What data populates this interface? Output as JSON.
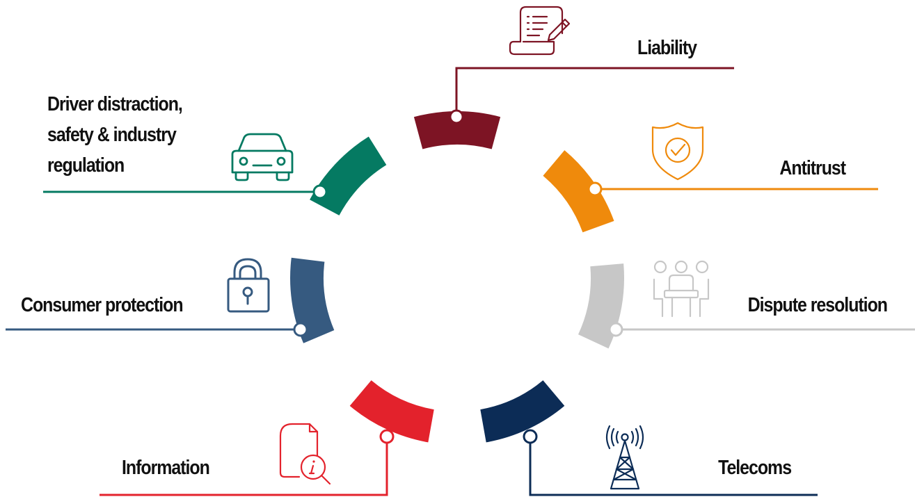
{
  "colors": {
    "liability": "#7d1424",
    "antitrust": "#ef8a0c",
    "dispute": "#c7c7c7",
    "telecoms": "#0c2c56",
    "information": "#e3222c",
    "consumer": "#365a80",
    "driver": "#057a62"
  },
  "topics": [
    {
      "id": "liability",
      "label": "Liability",
      "icon": "legal-document-pen-icon"
    },
    {
      "id": "antitrust",
      "label": "Antitrust",
      "icon": "shield-check-icon"
    },
    {
      "id": "dispute",
      "label": "Dispute resolution",
      "icon": "meeting-people-icon"
    },
    {
      "id": "telecoms",
      "label": "Telecoms",
      "icon": "antenna-tower-icon"
    },
    {
      "id": "information",
      "label": "Information",
      "icon": "document-search-info-icon"
    },
    {
      "id": "consumer",
      "label": "Consumer protection",
      "icon": "padlock-icon"
    },
    {
      "id": "driver",
      "label": "Driver distraction,\nsafety & industry\nregulation",
      "icon": "car-icon"
    }
  ]
}
